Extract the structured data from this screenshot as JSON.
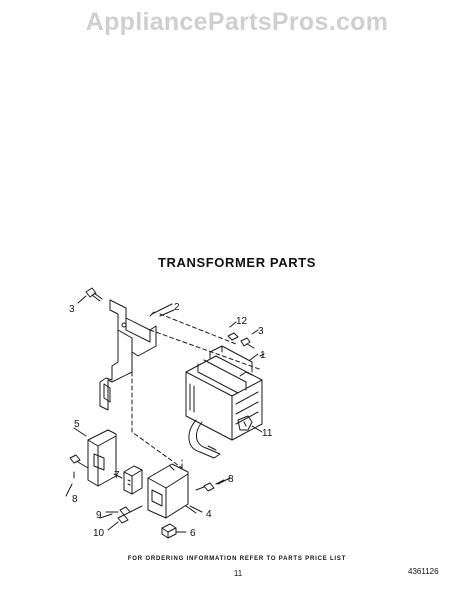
{
  "watermark": "AppliancePartsPros.com",
  "title": "TRANSFORMER PARTS",
  "callouts": [
    "1",
    "2",
    "3",
    "3",
    "4",
    "5",
    "6",
    "7",
    "8",
    "8",
    "9",
    "10",
    "11",
    "12"
  ],
  "footer": {
    "note": "FOR ORDERING INFORMATION REFER TO PARTS PRICE LIST",
    "page_number": "11",
    "doc_number": "4361126"
  }
}
